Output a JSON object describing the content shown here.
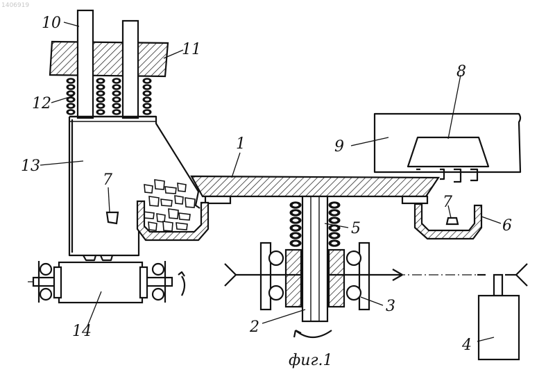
{
  "watermark": "1406919",
  "caption": "фиг.1",
  "labels": {
    "l1": "1",
    "l2": "2",
    "l3": "3",
    "l4": "4",
    "l5": "5",
    "l6": "6",
    "l7a": "7",
    "l7b": "7",
    "l8": "8",
    "l9": "9",
    "l10": "10",
    "l11": "11",
    "l12": "12",
    "l13": "13",
    "l14": "14"
  }
}
